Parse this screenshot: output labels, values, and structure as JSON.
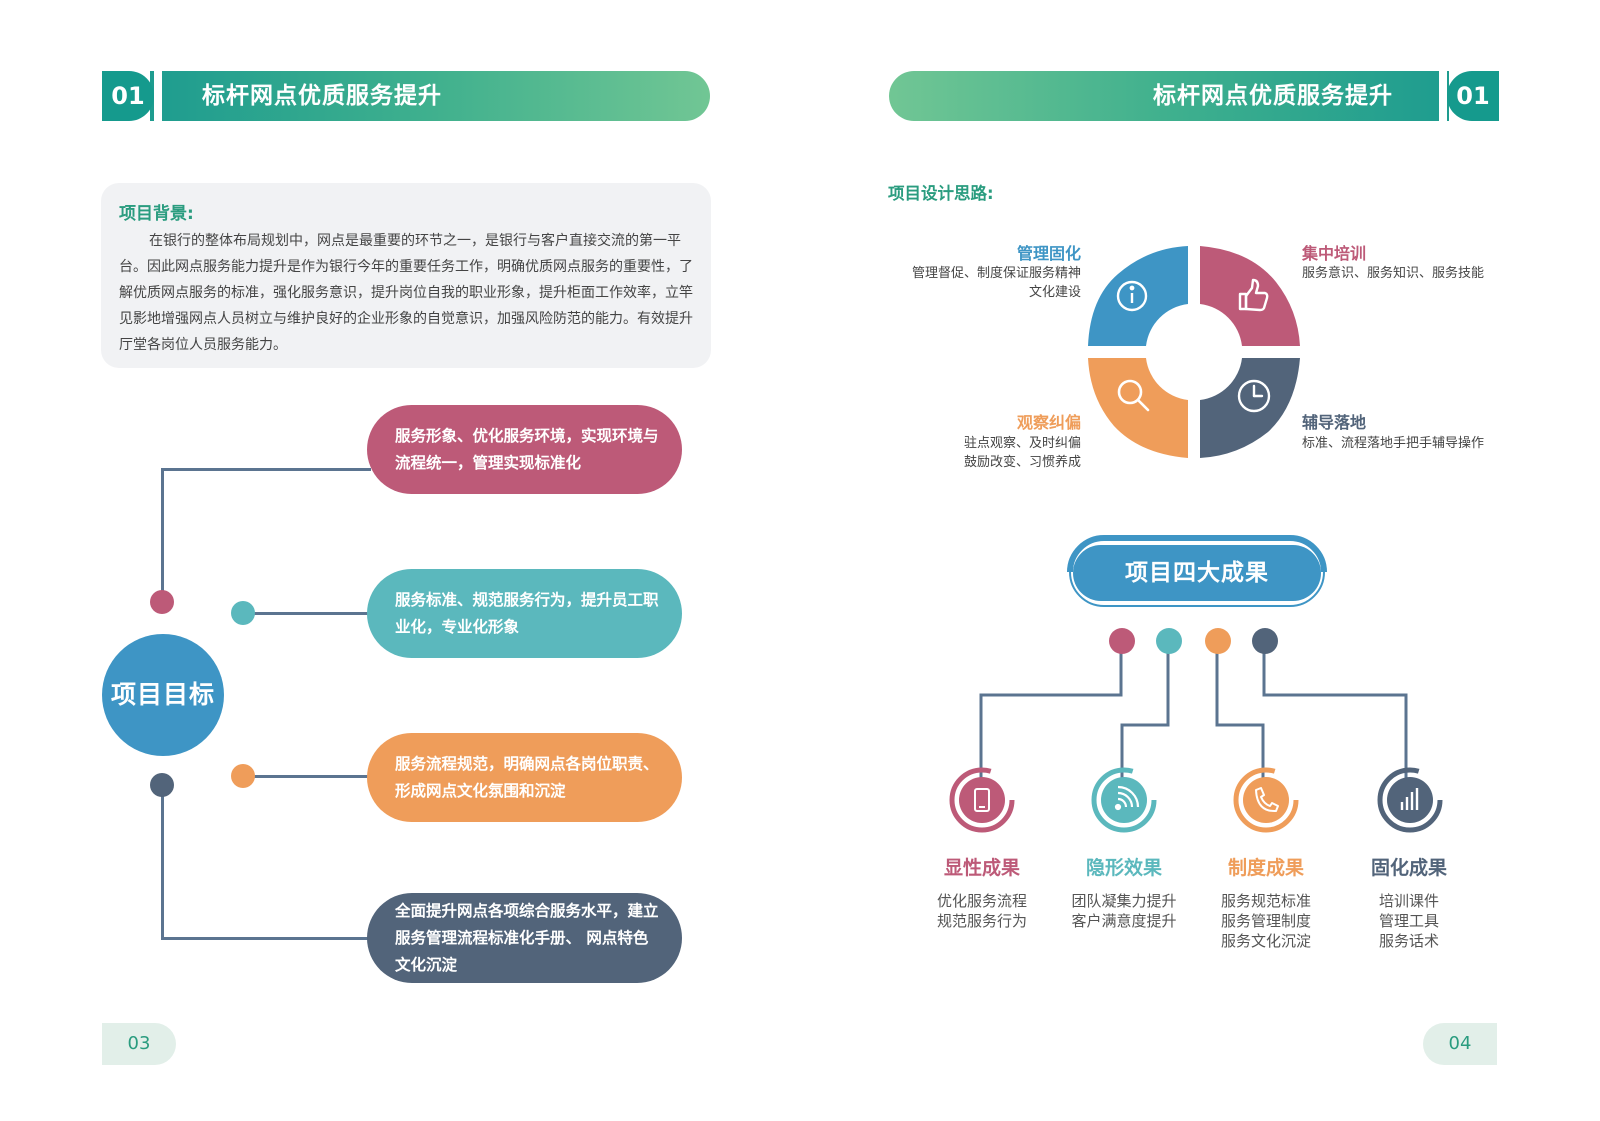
{
  "left_page": {
    "header": {
      "number": "01",
      "title": "标杆网点优质服务提升"
    },
    "background": {
      "label": "项目背景:",
      "text": "在银行的整体布局规划中，网点是最重要的环节之一，是银行与客户直接交流的第一平台。因此网点服务能力提升是作为银行今年的重要任务工作，明确优质网点服务的重要性，了解优质网点服务的标准，强化服务意识，提升岗位自我的职业形象，提升柜面工作效率，立竿见影地增强网点人员树立与维护良好的企业形象的自觉意识，加强风险防范的能力。有效提升厅堂各岗位人员服务能力。"
    },
    "goal_center": "项目目标",
    "goals": [
      {
        "text": "服务形象、优化服务环境，实现环境与流程统一，管理实现标准化",
        "color": "#bd5a78"
      },
      {
        "text": "服务标准、规范服务行为，提升员工职业化，专业化形象",
        "color": "#5bb8bd"
      },
      {
        "text": "服务流程规范，明确网点各岗位职责、形成网点文化氛围和沉淀",
        "color": "#ef9d5a"
      },
      {
        "text": "全面提升网点各项综合服务水平，建立服务管理流程标准化手册、 网点特色文化沉淀",
        "color": "#52647a"
      }
    ],
    "page_number": "03"
  },
  "right_page": {
    "header": {
      "number": "01",
      "title": "标杆网点优质服务提升"
    },
    "design_label": "项目设计思路:",
    "quadrants": [
      {
        "title": "管理固化",
        "desc": [
          "管理督促、制度保证服务精神",
          "文化建设"
        ],
        "color": "#3e95c5",
        "icon": "info-icon"
      },
      {
        "title": "集中培训",
        "desc": [
          "服务意识、服务知识、服务技能"
        ],
        "color": "#bd5a78",
        "icon": "thumbs-up-icon"
      },
      {
        "title": "观察纠偏",
        "desc": [
          "驻点观察、及时纠偏",
          "鼓励改变、习惯养成"
        ],
        "color": "#ef9d5a",
        "icon": "search-icon"
      },
      {
        "title": "辅导落地",
        "desc": [
          "标准、流程落地手把手辅导操作"
        ],
        "color": "#52647a",
        "icon": "clock-icon"
      }
    ],
    "results_title": "项目四大成果",
    "results": [
      {
        "title": "显性成果",
        "desc": [
          "优化服务流程",
          "规范服务行为"
        ],
        "color": "#bd5a78",
        "icon": "phone-icon"
      },
      {
        "title": "隐形效果",
        "desc": [
          "团队凝集力提升",
          "客户满意度提升"
        ],
        "color": "#5bb8bd",
        "icon": "wifi-icon"
      },
      {
        "title": "制度成果",
        "desc": [
          "服务规范标准",
          "服务管理制度",
          "服务文化沉淀"
        ],
        "color": "#ef9d5a",
        "icon": "call-icon"
      },
      {
        "title": "固化成果",
        "desc": [
          "培训课件",
          "管理工具",
          "服务话术"
        ],
        "color": "#52647a",
        "icon": "bar-chart-icon"
      }
    ],
    "page_number": "04"
  }
}
